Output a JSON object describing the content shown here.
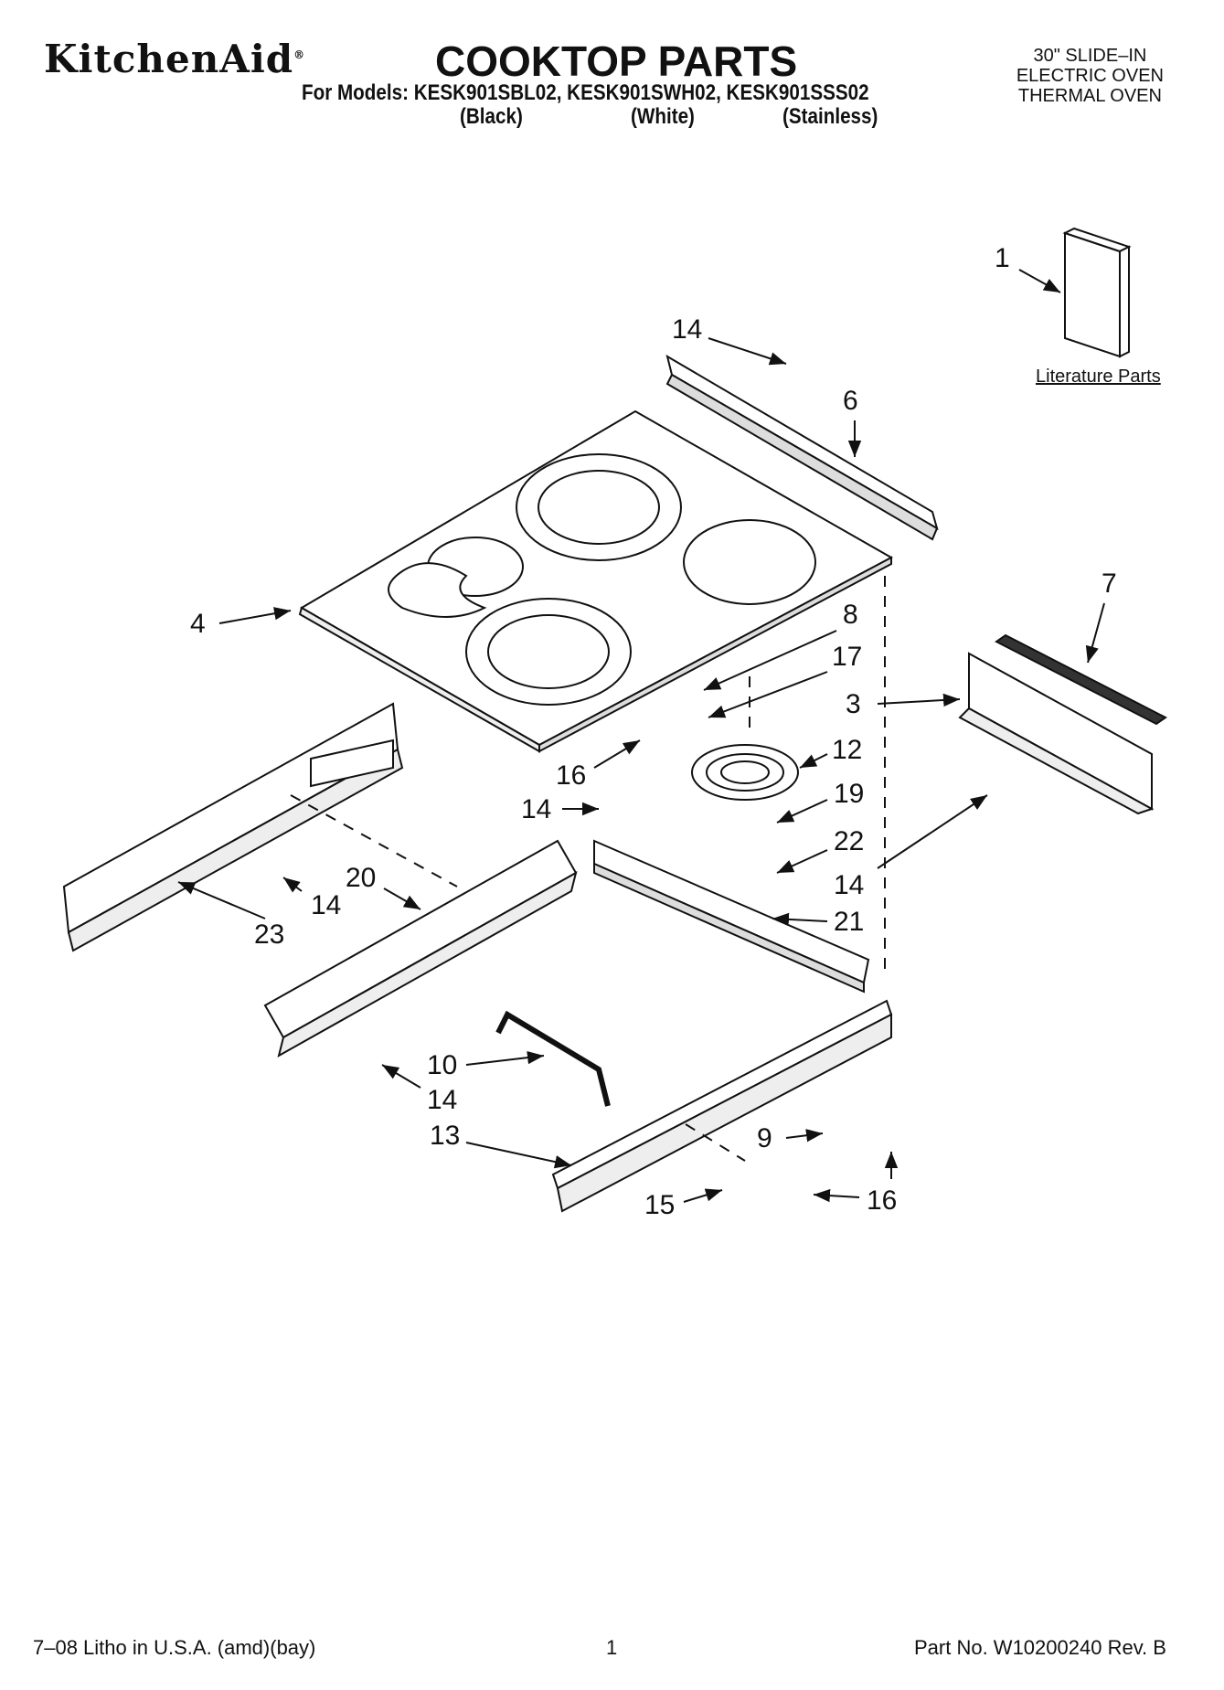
{
  "header": {
    "brand": "KitchenAid",
    "title": "COOKTOP PARTS",
    "models_line": "For Models: KESK901SBL02, KESK901SWH02, KESK901SSS02",
    "variants": [
      "(Black)",
      "(White)",
      "(Stainless)"
    ],
    "oven_type": [
      "30\" SLIDE–IN",
      "ELECTRIC OVEN",
      "THERMAL OVEN"
    ]
  },
  "literature_label": "Literature Parts",
  "callouts": [
    "1",
    "14",
    "6",
    "4",
    "8",
    "17",
    "7",
    "3",
    "16",
    "12",
    "14",
    "19",
    "22",
    "14",
    "20",
    "14",
    "23",
    "21",
    "10",
    "14",
    "13",
    "9",
    "15",
    "16"
  ],
  "footer": {
    "left": "7–08 Litho in U.S.A. (amd)(bay)",
    "center": "1",
    "right": "Part No. W10200240 Rev. B"
  }
}
